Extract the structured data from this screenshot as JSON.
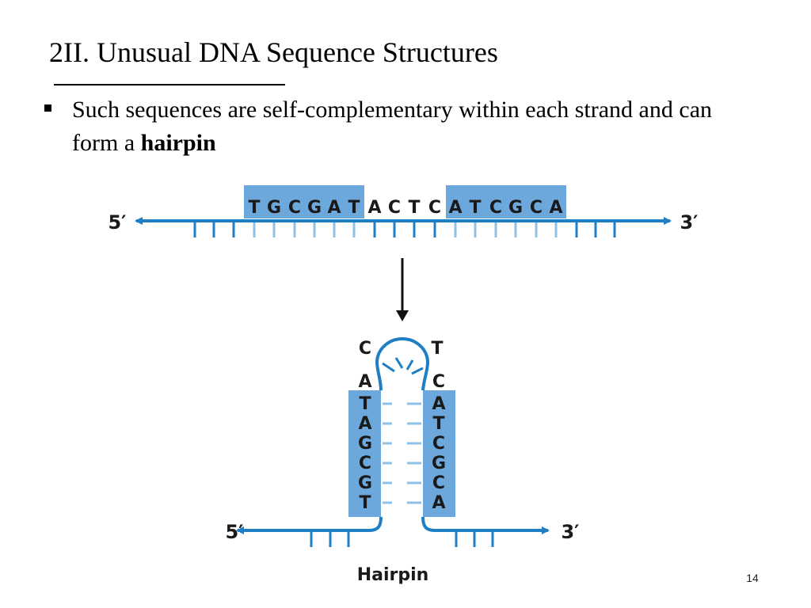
{
  "slide": {
    "title": "2II. Unusual DNA Sequence Structures",
    "bullet_text": "Such sequences are self-complementary within each strand and can form a ",
    "bullet_bold": "hairpin",
    "page_number": "14"
  },
  "diagram": {
    "colors": {
      "strand": "#1f7fc4",
      "highlight": "#6ca8dc",
      "rungs": "#8fc0e6",
      "arrow": "#111111"
    },
    "linear": {
      "left_end": "5′",
      "right_end": "3′",
      "left_repeat": [
        "T",
        "G",
        "C",
        "G",
        "A",
        "T"
      ],
      "spacer": [
        "A",
        "C",
        "T",
        "C"
      ],
      "right_repeat": [
        "A",
        "T",
        "C",
        "G",
        "C",
        "A"
      ]
    },
    "hairpin": {
      "loop_left_top": "C",
      "loop_left_bottom": "A",
      "loop_right_top": "T",
      "loop_right_bottom": "C",
      "stem_left": [
        "T",
        "A",
        "G",
        "C",
        "G",
        "T"
      ],
      "stem_right": [
        "A",
        "T",
        "C",
        "G",
        "C",
        "A"
      ],
      "left_end": "5′",
      "right_end": "3′",
      "caption": "Hairpin"
    }
  }
}
